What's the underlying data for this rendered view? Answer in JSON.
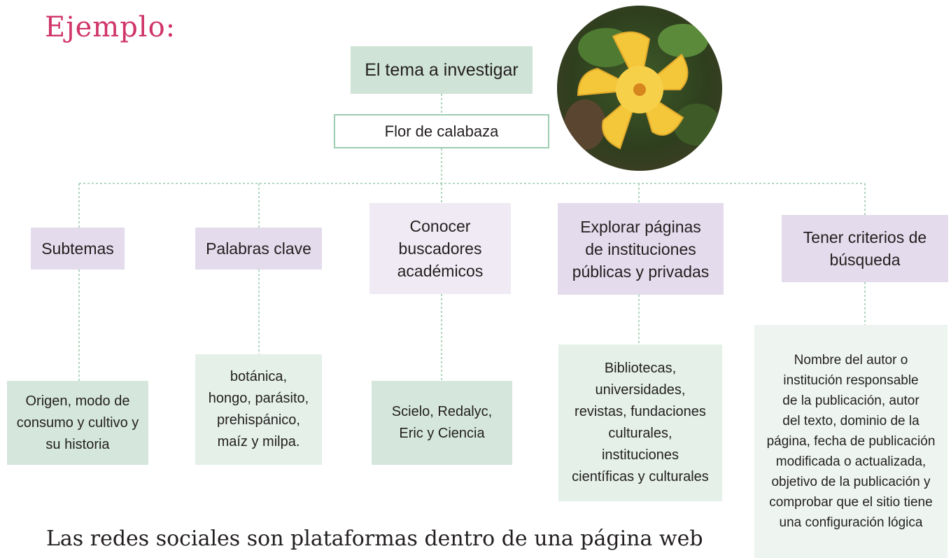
{
  "heading": "Ejemplo:",
  "root": {
    "topic": "El tema a investigar",
    "subject": "Flor de calabaza"
  },
  "branches": [
    {
      "label": "Subtemas",
      "detail": "Origen, modo de\nconsumo y cultivo y\nsu historia"
    },
    {
      "label": "Palabras clave",
      "detail": "botánica,\nhongo, parásito,\nprehispánico,\nmaíz y milpa."
    },
    {
      "label": "Conocer\nbuscadores\nacadémicos",
      "detail": "Scielo, Redalyc,\nEric y Ciencia"
    },
    {
      "label": "Explorar páginas\nde instituciones\npúblicas y privadas",
      "detail": "Bibliotecas,\nuniversidades,\nrevistas, fundaciones\nculturales,\ninstituciones\ncientíficas y culturales"
    },
    {
      "label": "Tener criterios de\nbúsqueda",
      "detail": "Nombre del autor o\ninstitución responsable\nde la publicación, autor\ndel texto, dominio de la\npágina, fecha de publicación\nmodificada o actualizada,\nobjetivo de la publicación y\ncomprobar que el sitio tiene\nuna configuración lógica"
    }
  ],
  "paragraph": {
    "line1": "Las redes sociales son plataformas dentro de una página web"
  },
  "colors": {
    "heading": "#d0346a",
    "topic_box": "#cfe3d6",
    "subject_border": "#9ccdb1",
    "branch_box": "#e4dcec",
    "detail_box": "#d5e7dc",
    "connector": "#9ccdb1"
  }
}
